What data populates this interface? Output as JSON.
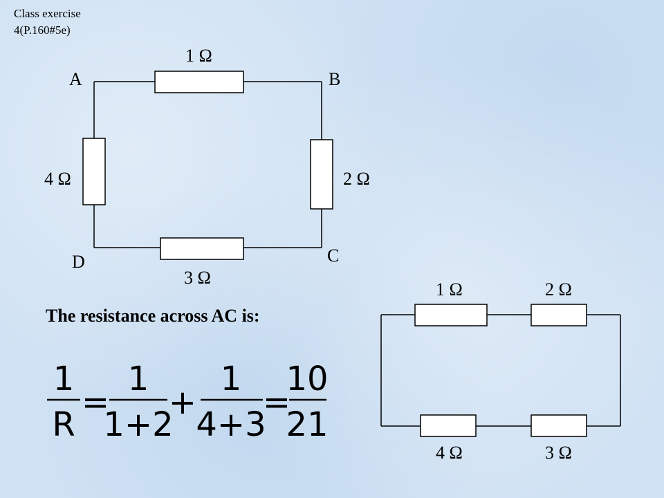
{
  "header": {
    "line1": "Class exercise",
    "line2": "4(P.160#5e)"
  },
  "nodes": {
    "a": "A",
    "b": "B",
    "c": "C",
    "d": "D"
  },
  "resistors": {
    "top": "1 Ω",
    "right": "2 Ω",
    "bottom": "3 Ω",
    "left": "4 Ω"
  },
  "question": "The resistance across AC is:",
  "equation": {
    "lhs_num": "1",
    "lhs_den": "R",
    "t1_num": "1",
    "t1_den": "1+2",
    "t2_num": "1",
    "t2_den": "4+3",
    "rhs_num": "10",
    "rhs_den": "21"
  },
  "equiv": {
    "top_left": "1 Ω",
    "top_right": "2 Ω",
    "bottom_left": "4 Ω",
    "bottom_right": "3 Ω"
  },
  "colors": {
    "resistor_fill": "#ffffff",
    "wire": "#000000"
  }
}
